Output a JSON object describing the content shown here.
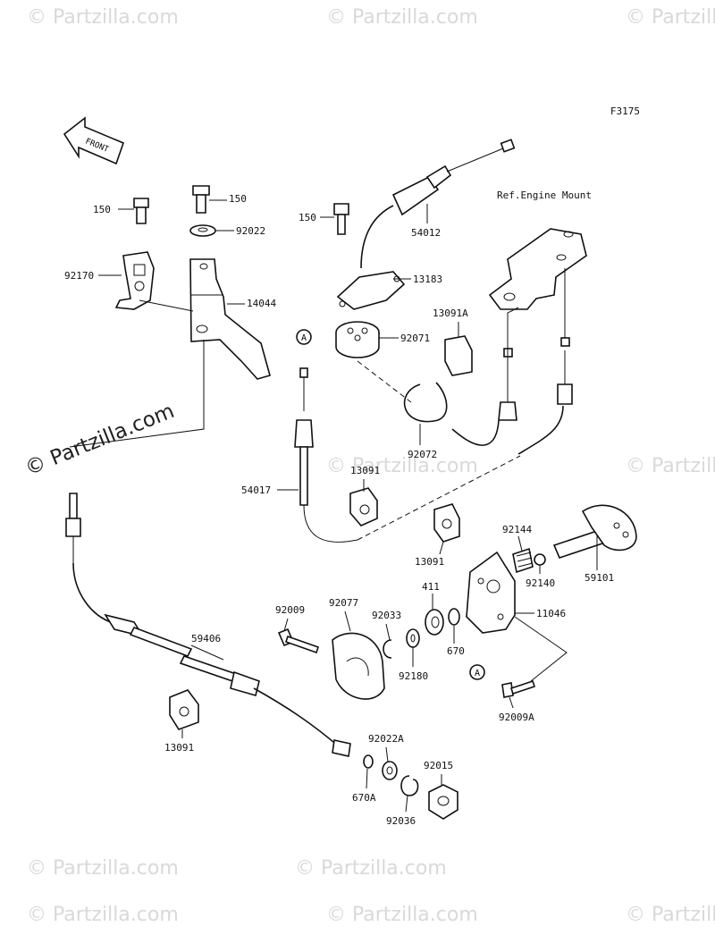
{
  "figure_code": "F3175",
  "front_label": "FRONT",
  "ref_label": "Ref.Engine Mount",
  "callout_letter": "A",
  "watermark_text": "© Partzilla.com",
  "part_labels": [
    "150",
    "150",
    "92022",
    "92170",
    "14044",
    "150",
    "54012",
    "13183",
    "13091A",
    "92071",
    "92072",
    "54017",
    "13091",
    "13091",
    "92144",
    "92140",
    "59101",
    "411",
    "11046",
    "670",
    "92009",
    "92077",
    "92033",
    "92180",
    "92009A",
    "59406",
    "13091",
    "92022A",
    "670A",
    "92015",
    "92036"
  ]
}
